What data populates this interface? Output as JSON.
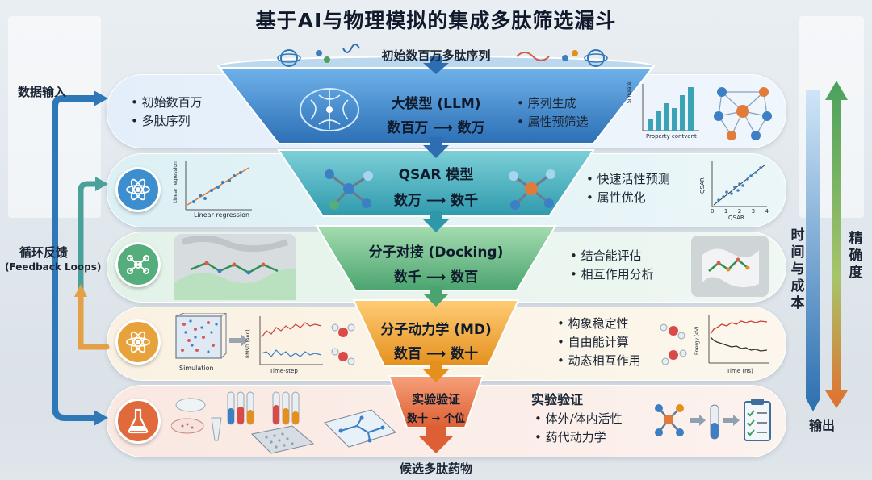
{
  "title": "基于AI与物理模拟的集成多肽筛选漏斗",
  "top_label": "初始数百万多肽序列",
  "bottom_label": "候选多肽药物",
  "left_side": {
    "data_input": "数据输入",
    "feedback_zh": "循环反馈",
    "feedback_en": "(Feedback Loops)"
  },
  "right_side": {
    "time_cost": "时间与成本",
    "accuracy": "精确度",
    "output": "输出"
  },
  "stages": [
    {
      "name": "大模型 (LLM)",
      "from": "数百万",
      "to": "数万",
      "left_bullets": [
        "初始数百万",
        "多肽序列"
      ],
      "right_bullets": [
        "序列生成",
        "属性预筛选"
      ],
      "chart_ylabel": "Simulate",
      "chart_xlabel": "Property contvant"
    },
    {
      "name": "QSAR 模型",
      "from": "数万",
      "to": "数千",
      "right_bullets": [
        "快速活性预测",
        "属性优化"
      ],
      "left_chart_ylabel": "Linear regression",
      "left_chart_xlabel": "Linear regression",
      "right_chart_ylabel": "QSAR",
      "right_chart_xlabel": "QSAR",
      "right_chart_ticks": [
        "0",
        "1",
        "2",
        "3",
        "4"
      ]
    },
    {
      "name": "分子对接 (Docking)",
      "from": "数千",
      "to": "数百",
      "right_bullets": [
        "结合能评估",
        "相互作用分析"
      ]
    },
    {
      "name": "分子动力学 (MD)",
      "from": "数百",
      "to": "数十",
      "right_bullets": [
        "构象稳定性",
        "自由能计算",
        "动态相互作用"
      ],
      "sim_caption": "Simulation",
      "rmsd_ylabel": "RMSD (ann)",
      "rmsd_xlabel": "Time-step",
      "energy_ylabel": "Energy (eV)",
      "energy_xlabel": "Time (ns)"
    },
    {
      "name": "实验验证",
      "from": "数十",
      "to": "个位",
      "right_title": "实验验证",
      "right_bullets": [
        "体外/体内活性",
        "药代动力学"
      ]
    }
  ],
  "colors": {
    "stage1": "#3d7fc4",
    "stage2": "#3aa3b5",
    "stage3": "#54ad7a",
    "stage4": "#e79a2c",
    "stage5": "#e06a3c",
    "arrow_left": "#2f78b8",
    "arrow_right_time": "#2c6fb0",
    "arrow_right_acc": "#4aa15c"
  }
}
